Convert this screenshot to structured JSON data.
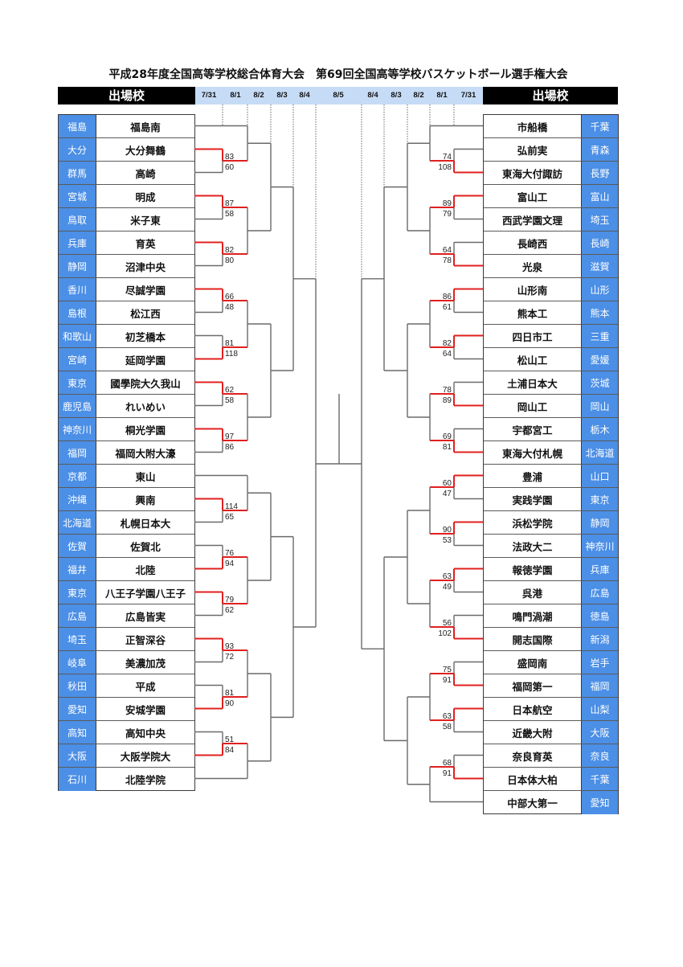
{
  "title": "平成28年度全国高等学校総合体育大会　第69回全国高等学校バスケットボール選手権大会",
  "header": {
    "left_label": "出場校",
    "right_label": "出場校",
    "dates": [
      "7/31",
      "8/1",
      "8/2",
      "8/3",
      "8/4",
      "8/5",
      "8/4",
      "8/3",
      "8/2",
      "8/1",
      "7/31"
    ]
  },
  "colors": {
    "prefecture": "#4b8fe6",
    "winner_line": "#e0201f",
    "date_band": "#c6dcf6"
  },
  "left": {
    "teams": [
      {
        "pref": "福島",
        "school": "福島南"
      },
      {
        "pref": "大分",
        "school": "大分舞鶴"
      },
      {
        "pref": "群馬",
        "school": "高崎"
      },
      {
        "pref": "宮城",
        "school": "明成"
      },
      {
        "pref": "鳥取",
        "school": "米子東"
      },
      {
        "pref": "兵庫",
        "school": "育英"
      },
      {
        "pref": "静岡",
        "school": "沼津中央"
      },
      {
        "pref": "香川",
        "school": "尽誠学園"
      },
      {
        "pref": "島根",
        "school": "松江西"
      },
      {
        "pref": "和歌山",
        "school": "初芝橋本"
      },
      {
        "pref": "宮崎",
        "school": "延岡学園"
      },
      {
        "pref": "東京",
        "school": "國學院大久我山"
      },
      {
        "pref": "鹿児島",
        "school": "れいめい"
      },
      {
        "pref": "神奈川",
        "school": "桐光学園"
      },
      {
        "pref": "福岡",
        "school": "福岡大附大濠"
      },
      {
        "pref": "京都",
        "school": "東山"
      },
      {
        "pref": "沖縄",
        "school": "興南"
      },
      {
        "pref": "北海道",
        "school": "札幌日本大"
      },
      {
        "pref": "佐賀",
        "school": "佐賀北"
      },
      {
        "pref": "福井",
        "school": "北陸"
      },
      {
        "pref": "東京",
        "school": "八王子学園八王子"
      },
      {
        "pref": "広島",
        "school": "広島皆実"
      },
      {
        "pref": "埼玉",
        "school": "正智深谷"
      },
      {
        "pref": "岐阜",
        "school": "美濃加茂"
      },
      {
        "pref": "秋田",
        "school": "平成"
      },
      {
        "pref": "愛知",
        "school": "安城学園"
      },
      {
        "pref": "高知",
        "school": "高知中央"
      },
      {
        "pref": "大阪",
        "school": "大阪学院大"
      },
      {
        "pref": "石川",
        "school": "北陸学院"
      }
    ],
    "bracket": {
      "round": 4,
      "a": {
        "round": 3,
        "a": {
          "round": 2,
          "a": {
            "round": 1,
            "a": 0,
            "b": {
              "round": 0,
              "a": 1,
              "b": 2,
              "score_a": 83,
              "score_b": 60,
              "winner": "a"
            }
          },
          "b": {
            "round": 1,
            "a": {
              "round": 0,
              "a": 3,
              "b": 4,
              "score_a": 87,
              "score_b": 58,
              "winner": "a"
            },
            "b": {
              "round": 0,
              "a": 5,
              "b": 6,
              "score_a": 82,
              "score_b": 80,
              "winner": "a"
            }
          }
        },
        "b": {
          "round": 2,
          "a": {
            "round": 1,
            "a": {
              "round": 0,
              "a": 7,
              "b": 8,
              "score_a": 66,
              "score_b": 48,
              "winner": "a"
            },
            "b": {
              "round": 0,
              "a": 9,
              "b": 10,
              "score_a": 81,
              "score_b": 118,
              "winner": "b"
            }
          },
          "b": {
            "round": 1,
            "a": {
              "round": 0,
              "a": 11,
              "b": 12,
              "score_a": 62,
              "score_b": 58,
              "winner": "a"
            },
            "b": {
              "round": 0,
              "a": 13,
              "b": 14,
              "score_a": 97,
              "score_b": 86,
              "winner": "a"
            }
          }
        }
      },
      "b": {
        "round": 3,
        "a": {
          "round": 2,
          "a": {
            "round": 1,
            "a": 15,
            "b": {
              "round": 0,
              "a": 16,
              "b": 17,
              "score_a": 114,
              "score_b": 65,
              "winner": "a"
            }
          },
          "b": {
            "round": 1,
            "a": {
              "round": 0,
              "a": 18,
              "b": 19,
              "score_a": 76,
              "score_b": 94,
              "winner": "b"
            },
            "b": {
              "round": 0,
              "a": 20,
              "b": 21,
              "score_a": 79,
              "score_b": 62,
              "winner": "a"
            }
          }
        },
        "b": {
          "round": 2,
          "a": {
            "round": 1,
            "a": {
              "round": 0,
              "a": 22,
              "b": 23,
              "score_a": 93,
              "score_b": 72,
              "winner": "a"
            },
            "b": {
              "round": 0,
              "a": 24,
              "b": 25,
              "score_a": 81,
              "score_b": 90,
              "winner": "b"
            }
          },
          "b": {
            "round": 1,
            "a": {
              "round": 0,
              "a": 26,
              "b": 27,
              "score_a": 51,
              "score_b": 84,
              "winner": "b"
            },
            "b": 28
          }
        }
      }
    }
  },
  "right": {
    "teams": [
      {
        "pref": "千葉",
        "school": "市船橋"
      },
      {
        "pref": "青森",
        "school": "弘前実"
      },
      {
        "pref": "長野",
        "school": "東海大付諏訪"
      },
      {
        "pref": "富山",
        "school": "富山工"
      },
      {
        "pref": "埼玉",
        "school": "西武学園文理"
      },
      {
        "pref": "長崎",
        "school": "長崎西"
      },
      {
        "pref": "滋賀",
        "school": "光泉"
      },
      {
        "pref": "山形",
        "school": "山形南"
      },
      {
        "pref": "熊本",
        "school": "熊本工"
      },
      {
        "pref": "三重",
        "school": "四日市工"
      },
      {
        "pref": "愛媛",
        "school": "松山工"
      },
      {
        "pref": "茨城",
        "school": "土浦日本大"
      },
      {
        "pref": "岡山",
        "school": "岡山工"
      },
      {
        "pref": "栃木",
        "school": "宇都宮工"
      },
      {
        "pref": "北海道",
        "school": "東海大付札幌"
      },
      {
        "pref": "山口",
        "school": "豊浦"
      },
      {
        "pref": "東京",
        "school": "実践学園"
      },
      {
        "pref": "静岡",
        "school": "浜松学院"
      },
      {
        "pref": "神奈川",
        "school": "法政大二"
      },
      {
        "pref": "兵庫",
        "school": "報徳学園"
      },
      {
        "pref": "広島",
        "school": "呉港"
      },
      {
        "pref": "徳島",
        "school": "鳴門渦潮"
      },
      {
        "pref": "新潟",
        "school": "開志国際"
      },
      {
        "pref": "岩手",
        "school": "盛岡南"
      },
      {
        "pref": "福岡",
        "school": "福岡第一"
      },
      {
        "pref": "山梨",
        "school": "日本航空"
      },
      {
        "pref": "大阪",
        "school": "近畿大附"
      },
      {
        "pref": "奈良",
        "school": "奈良育英"
      },
      {
        "pref": "千葉",
        "school": "日本体大柏"
      },
      {
        "pref": "愛知",
        "school": "中部大第一"
      }
    ],
    "bracket": {
      "round": 4,
      "a": {
        "round": 3,
        "a": {
          "round": 2,
          "a": {
            "round": 1,
            "a": 0,
            "b": {
              "round": 0,
              "a": 1,
              "b": 2,
              "score_a": 74,
              "score_b": 108,
              "winner": "b"
            }
          },
          "b": {
            "round": 1,
            "a": {
              "round": 0,
              "a": 3,
              "b": 4,
              "score_a": 89,
              "score_b": 79,
              "winner": "a"
            },
            "b": {
              "round": 0,
              "a": 5,
              "b": 6,
              "score_a": 64,
              "score_b": 78,
              "winner": "b"
            }
          }
        },
        "b": {
          "round": 2,
          "a": {
            "round": 1,
            "a": {
              "round": 0,
              "a": 7,
              "b": 8,
              "score_a": 86,
              "score_b": 61,
              "winner": "a"
            },
            "b": {
              "round": 0,
              "a": 9,
              "b": 10,
              "score_a": 82,
              "score_b": 64,
              "winner": "a"
            }
          },
          "b": {
            "round": 1,
            "a": {
              "round": 0,
              "a": 11,
              "b": 12,
              "score_a": 78,
              "score_b": 89,
              "winner": "b"
            },
            "b": {
              "round": 0,
              "a": 13,
              "b": 14,
              "score_a": 69,
              "score_b": 81,
              "winner": "b"
            }
          }
        }
      },
      "b": {
        "round": 3,
        "a": {
          "round": 2,
          "a": {
            "round": 1,
            "a": {
              "round": 0,
              "a": 15,
              "b": 16,
              "score_a": 60,
              "score_b": 47,
              "winner": "a"
            },
            "b": {
              "round": 0,
              "a": 17,
              "b": 18,
              "score_a": 90,
              "score_b": 53,
              "winner": "a"
            }
          },
          "b": {
            "round": 1,
            "a": {
              "round": 0,
              "a": 19,
              "b": 20,
              "score_a": 63,
              "score_b": 49,
              "winner": "a"
            },
            "b": {
              "round": 0,
              "a": 21,
              "b": 22,
              "score_a": 56,
              "score_b": 102,
              "winner": "b"
            }
          }
        },
        "b": {
          "round": 2,
          "a": {
            "round": 1,
            "a": {
              "round": 0,
              "a": 23,
              "b": 24,
              "score_a": 75,
              "score_b": 91,
              "winner": "b"
            },
            "b": {
              "round": 0,
              "a": 25,
              "b": 26,
              "score_a": 63,
              "score_b": 58,
              "winner": "a"
            }
          },
          "b": {
            "round": 1,
            "a": {
              "round": 0,
              "a": 27,
              "b": 28,
              "score_a": 68,
              "score_b": 91,
              "winner": "b"
            },
            "b": 29
          }
        }
      }
    }
  }
}
